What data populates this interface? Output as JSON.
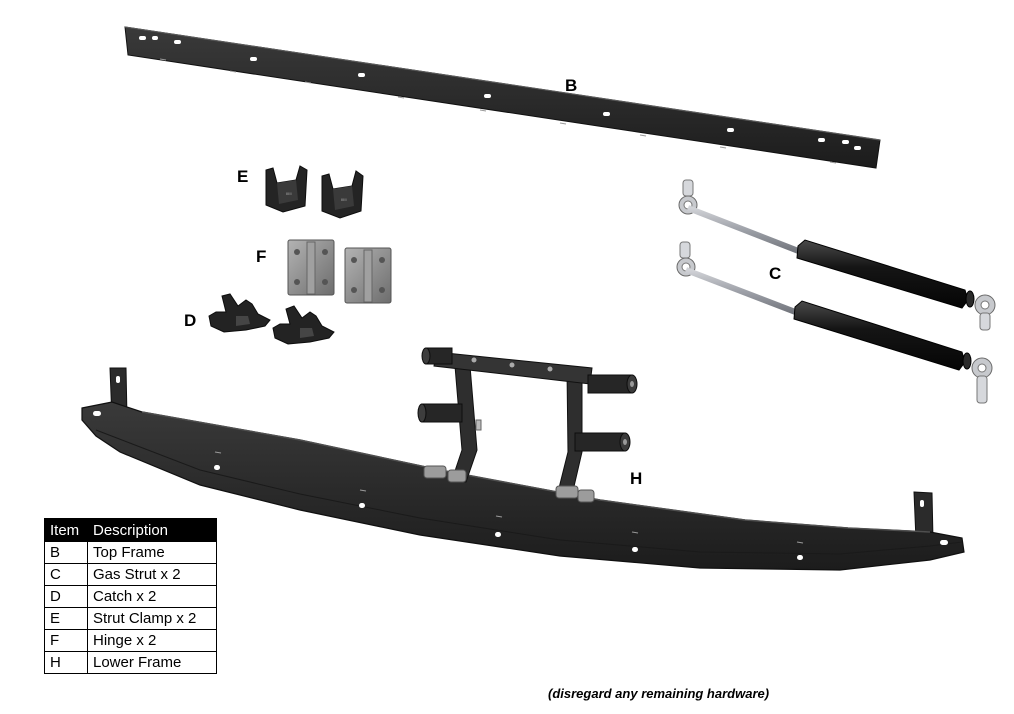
{
  "callouts": {
    "B": "B",
    "C": "C",
    "D": "D",
    "E": "E",
    "F": "F",
    "H": "H"
  },
  "table": {
    "headers": [
      "Item",
      "Description"
    ],
    "rows": [
      {
        "item": "B",
        "description": "Top Frame"
      },
      {
        "item": "C",
        "description": "Gas Strut x 2"
      },
      {
        "item": "D",
        "description": "Catch x 2"
      },
      {
        "item": "E",
        "description": "Strut Clamp x 2"
      },
      {
        "item": "F",
        "description": "Hinge x 2"
      },
      {
        "item": "H",
        "description": "Lower Frame"
      }
    ]
  },
  "note": "(disregard any remaining hardware)",
  "colors": {
    "frame": "#2b2b2b",
    "frame_edge": "#141414",
    "strut_body": "#151515",
    "strut_rod": "#b9bcc2",
    "hinge": "#8e8e8e",
    "table_header_bg": "#000000",
    "table_header_text": "#ffffff"
  }
}
